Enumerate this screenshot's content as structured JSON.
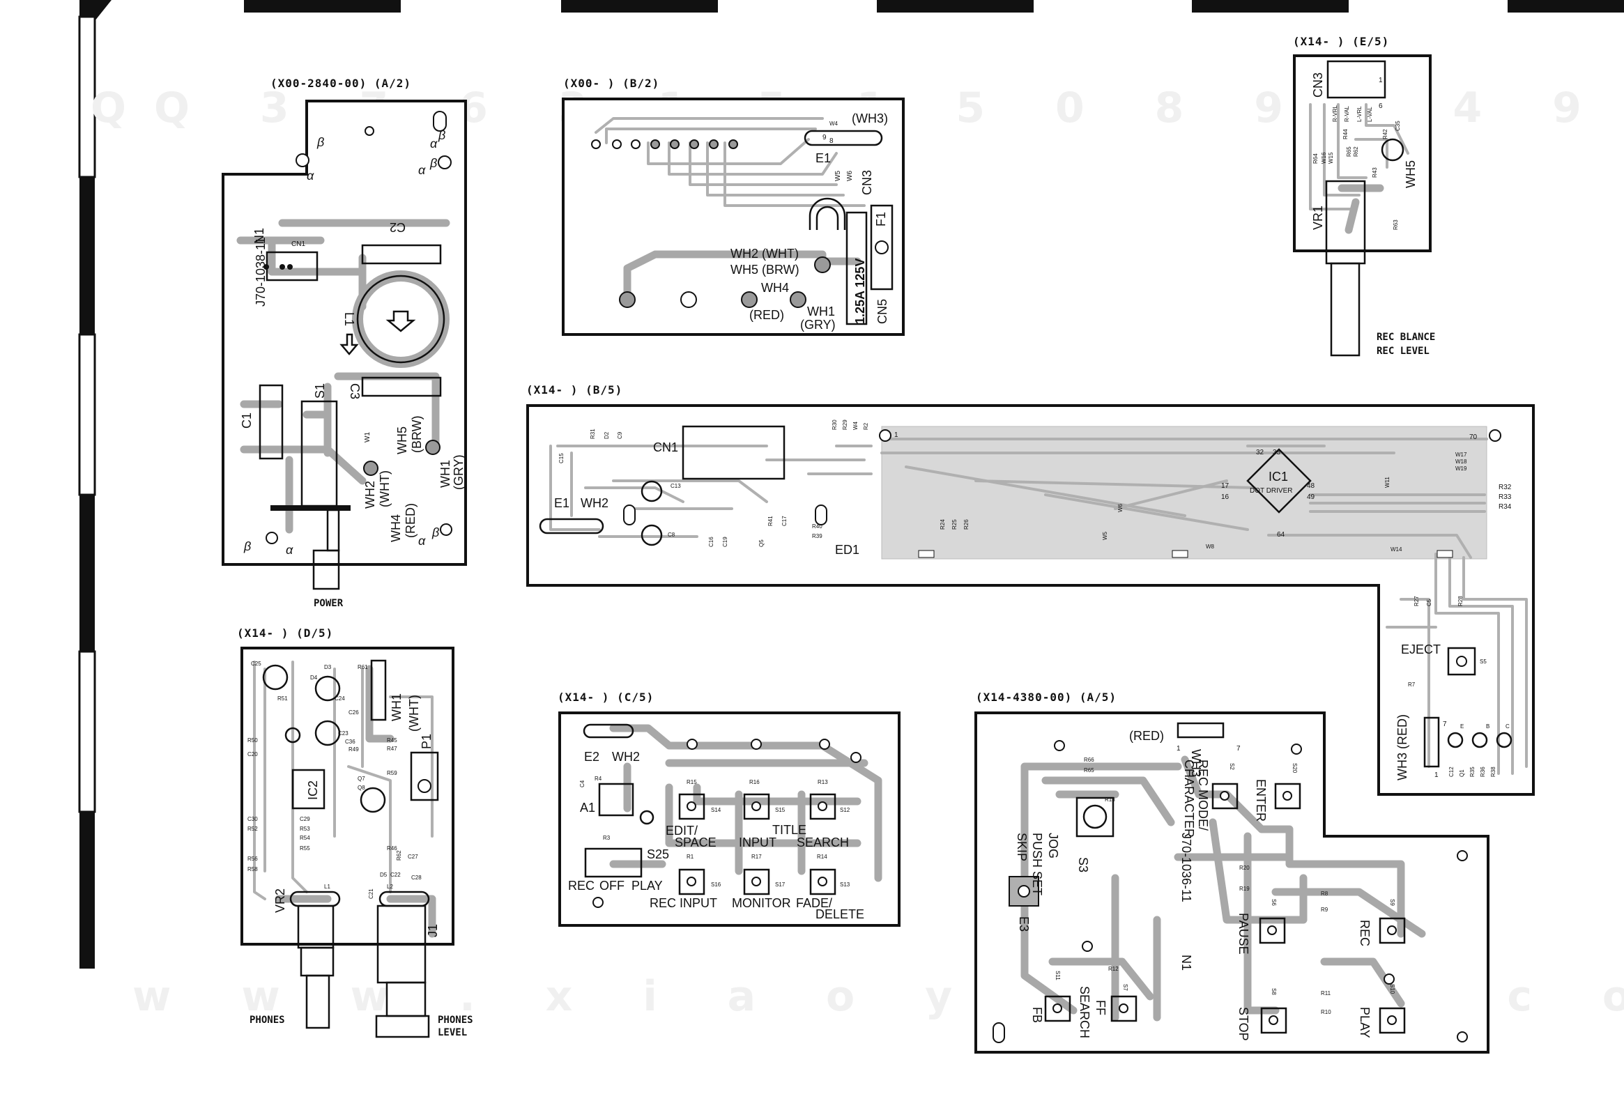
{
  "watermarks": {
    "top": "QQ 3 7 6 3 1 5 1 5 0      8 9 2 4 9 4 2 9 9",
    "bottom": "w w w . x i a o y u 1 6 3 . c o m"
  },
  "boards": {
    "a2": {
      "title": "(X00-2840-00) (A/2)",
      "part_no": "J70-1038-11",
      "labels": [
        "N1",
        "CN1",
        "C2",
        "C1",
        "C3",
        "S1",
        "L1",
        "WH5",
        "(BRW)",
        "WH1",
        "(GRY)",
        "WH2",
        "(WHT)",
        "WH4",
        "(RED)",
        "W1"
      ],
      "greek": [
        "α",
        "β",
        "α",
        "β",
        "α",
        "β",
        "β",
        "α",
        "α",
        "β"
      ],
      "caption": "POWER"
    },
    "b2": {
      "title": "(X00-  ) (B/2)",
      "labels": [
        "(WH3)",
        "W4",
        "9",
        "8",
        "E1",
        "W5",
        "W6",
        "CN3",
        "F1",
        "WH2 (WHT)",
        "WH5 (BRW)",
        "WH4",
        "(RED)",
        "WH1",
        "(GRY)",
        "1.25A 125V",
        "CN5"
      ]
    },
    "e5": {
      "title": "(X14-  ) (E/5)",
      "labels": [
        "CN3",
        "VR1",
        "WH5",
        "R64",
        "R63",
        "R65",
        "R62",
        "R-VRL",
        "R-VAL",
        "L-VRL",
        "L-VAL",
        "W16",
        "W15",
        "C35",
        "R43",
        "R44",
        "R42",
        "6",
        "1"
      ],
      "caption_1": "REC BLANCE",
      "caption_2": "REC LEVEL"
    },
    "b5": {
      "title": "(X14-  ) (B/5)",
      "labels": [
        "CN1",
        "E1",
        "WH2",
        "C15",
        "R31",
        "D2",
        "C9",
        "C13",
        "C8",
        "C16",
        "C19",
        "C17",
        "R41",
        "Q5",
        "R40",
        "R39",
        "ED1",
        "R30",
        "R29",
        "W4",
        "R2",
        "R24",
        "R25",
        "R26",
        "W5",
        "W6",
        "W8",
        "W14",
        "IC1",
        "DOT DRIVER",
        "32",
        "33",
        "17",
        "16",
        "48",
        "49",
        "64",
        "1",
        "70",
        "R32",
        "R33",
        "R34",
        "W17",
        "W18",
        "W19",
        "W11",
        "R27",
        "C5",
        "R28",
        "EJECT",
        "S5",
        "R7",
        "WH3 (RED)",
        "7",
        "1",
        "C12",
        "Q1",
        "R35",
        "R36",
        "R38",
        "E",
        "B",
        "C"
      ]
    },
    "d5": {
      "title": "(X14-  ) (D/5)",
      "labels": [
        "C25",
        "D4",
        "D3",
        "R61",
        "WH1",
        "(WHT)",
        "R51",
        "C24",
        "C26",
        "R50",
        "C23",
        "C36",
        "R45",
        "R47",
        "C20",
        "R49",
        "P1",
        "IC2",
        "R59",
        "C30",
        "C29",
        "R52",
        "R53",
        "R54",
        "R55",
        "R56",
        "R58",
        "R62",
        "R46",
        "C27",
        "D5",
        "C21",
        "C22",
        "C28",
        "VR2",
        "J1",
        "L1",
        "L2",
        "Q7",
        "Q8"
      ],
      "caption_1": "PHONES",
      "caption_2": "PHONES",
      "caption_3": "LEVEL"
    },
    "c5": {
      "title": "(X14-  ) (C/5)",
      "labels": [
        "E2",
        "WH2",
        "R4",
        "C4",
        "A1",
        "R15",
        "R16",
        "R13",
        "S14",
        "S15",
        "S12",
        "EDIT/",
        "SPACE",
        "INPUT",
        "TITLE",
        "SEARCH",
        "R3",
        "R1",
        "R17",
        "R14",
        "S25",
        "REC",
        "OFF",
        "PLAY",
        "S16",
        "S17",
        "S13",
        "REC INPUT",
        "MONITOR",
        "FADE/",
        "DELETE"
      ]
    },
    "a5": {
      "title": "(X14-4380-00) (A/5)",
      "labels": [
        "(RED)",
        "WH3",
        "1",
        "7",
        "R66",
        "R65",
        "R18",
        "JOG",
        "PUSH SET",
        "SKIP",
        "S3",
        "REC MODE/",
        "CHARACTER",
        "J70-1036-11",
        "N1",
        "S2",
        "ENTER",
        "S20",
        "R20",
        "R19",
        "R8",
        "R9",
        "E3",
        "S6",
        "PAUSE",
        "S9",
        "REC",
        "R12",
        "S11",
        "S7",
        "FF",
        "SEARCH",
        "FB",
        "S8",
        "STOP",
        "R11",
        "R10",
        "S10",
        "PLAY"
      ]
    }
  }
}
